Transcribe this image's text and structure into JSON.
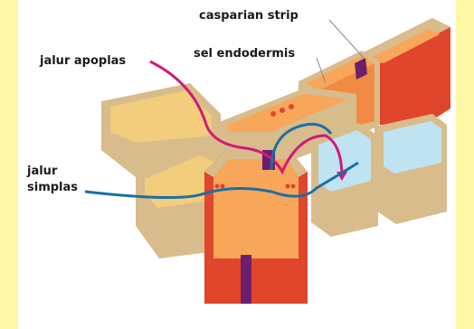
{
  "labels": {
    "casparian_strip": "casparian strip",
    "sel_endodermis": "sel endodermis",
    "jalur_apoplas": "jalur apoplas",
    "jalur_simplas_line1": "jalur",
    "jalur_simplas_line2": "simplas"
  },
  "colors": {
    "background": "#fdf7a6",
    "cell_wall": "#d8bc8c",
    "cytoplasm_tan": "#f2cd7c",
    "cytoplasm_orange": "#f7a65a",
    "endodermis_red": "#e0462c",
    "casparian_strip": "#6b1f6b",
    "apoplast_path": "#d01a7a",
    "symplast_path": "#1a6fa3",
    "vacuole_blue": "#bfe3f0"
  }
}
